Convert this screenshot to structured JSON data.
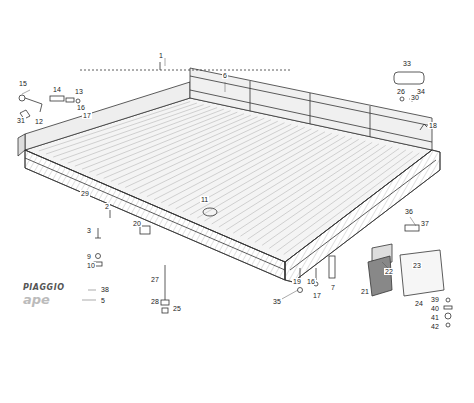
{
  "diagram": {
    "labels": [
      "1",
      "6",
      "33",
      "26",
      "34",
      "18",
      "15",
      "14",
      "13",
      "16",
      "17",
      "31",
      "12",
      "29",
      "2",
      "3",
      "9",
      "10",
      "20",
      "11",
      "27",
      "28",
      "25",
      "35",
      "17",
      "7",
      "19",
      "16",
      "36",
      "37",
      "22",
      "21",
      "23",
      "24",
      "39",
      "40",
      "41",
      "42",
      "PIAGGIO",
      "38",
      "ape",
      "5",
      "30"
    ]
  }
}
